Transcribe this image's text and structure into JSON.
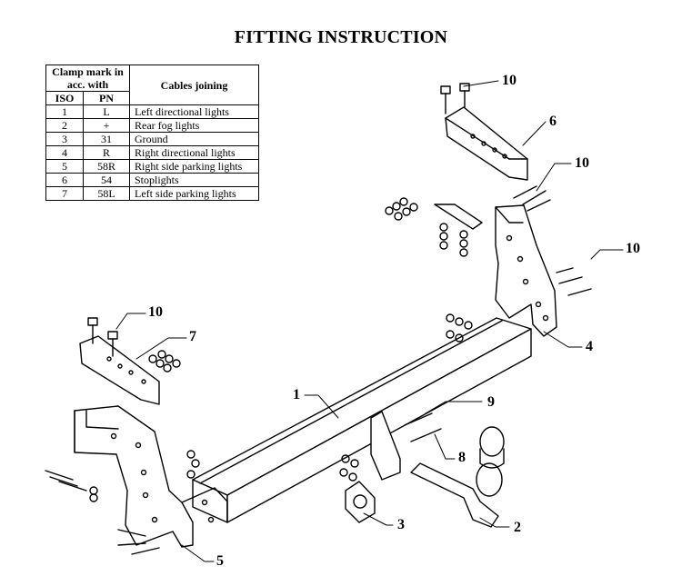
{
  "title": "FITTING INSTRUCTION",
  "table": {
    "header_clamp": "Clamp mark in acc. with",
    "header_iso": "ISO",
    "header_pn": "PN",
    "header_cables": "Cables joining",
    "rows": [
      {
        "iso": "1",
        "pn": "L",
        "desc": "Left directional lights"
      },
      {
        "iso": "2",
        "pn": "+",
        "desc": "Rear fog lights"
      },
      {
        "iso": "3",
        "pn": "31",
        "desc": "Ground"
      },
      {
        "iso": "4",
        "pn": "R",
        "desc": "Right directional lights"
      },
      {
        "iso": "5",
        "pn": "58R",
        "desc": "Right side parking lights"
      },
      {
        "iso": "6",
        "pn": "54",
        "desc": "Stoplights"
      },
      {
        "iso": "7",
        "pn": "58L",
        "desc": "Left side parking lights"
      }
    ]
  },
  "callouts": {
    "c10_top": "10",
    "c6": "6",
    "c10_right_a": "10",
    "c10_right_b": "10",
    "c4": "4",
    "c10_left": "10",
    "c7": "7",
    "c1": "1",
    "c9": "9",
    "c8": "8",
    "c3": "3",
    "c2": "2",
    "c5": "5"
  }
}
